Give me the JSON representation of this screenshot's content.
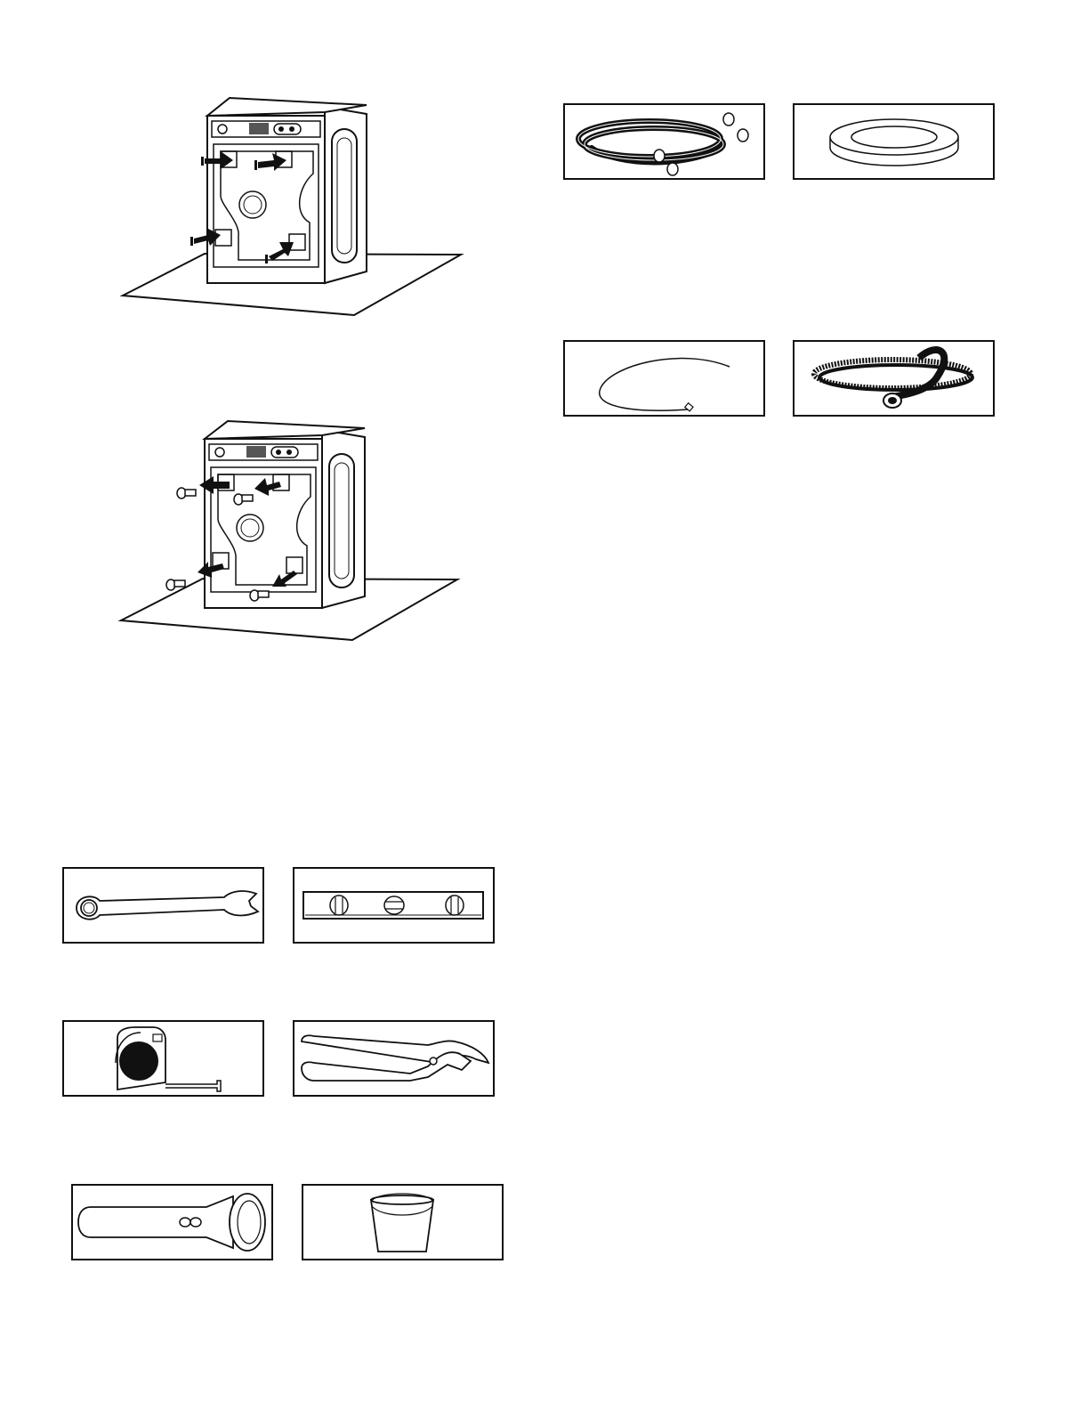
{
  "page": {
    "background": "#ffffff",
    "line_color": "#111111"
  },
  "figures": [
    {
      "id": "washer-insert-plugs",
      "icon": "washer-rear-arrows-in-icon"
    },
    {
      "id": "washer-remove-bolts",
      "icon": "washer-rear-bolts-out-icon"
    }
  ],
  "parts": [
    {
      "id": "inlet-hoses",
      "icon": "inlet-hoses-icon"
    },
    {
      "id": "hose-washer",
      "icon": "flat-washer-ring-icon"
    },
    {
      "id": "cable-tie",
      "icon": "cable-tie-icon"
    },
    {
      "id": "drain-hose",
      "icon": "drain-hose-icon"
    }
  ],
  "tools": [
    {
      "id": "wrench",
      "icon": "wrench-icon"
    },
    {
      "id": "level",
      "icon": "level-icon"
    },
    {
      "id": "tape-measure",
      "icon": "tape-measure-icon"
    },
    {
      "id": "pliers",
      "icon": "pliers-icon"
    },
    {
      "id": "flashlight",
      "icon": "flashlight-icon"
    },
    {
      "id": "bucket",
      "icon": "bucket-icon"
    }
  ]
}
